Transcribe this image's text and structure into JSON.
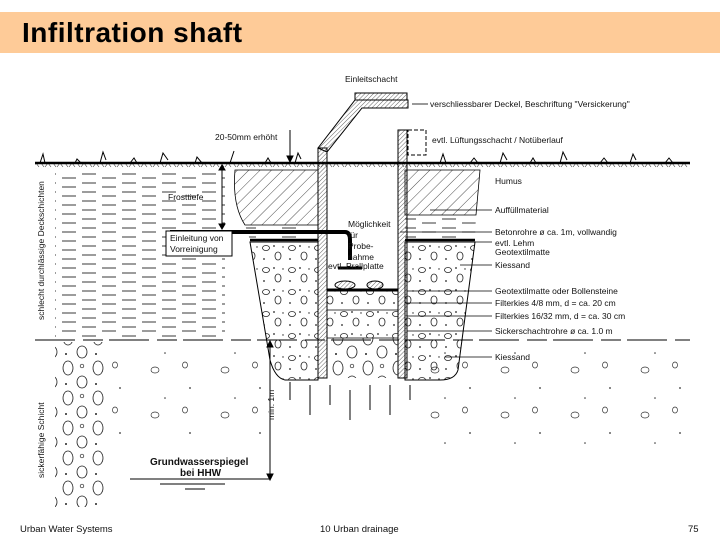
{
  "slide": {
    "title": "Infiltration shaft",
    "title_bar_color": "#fecb98"
  },
  "diagram": {
    "top_label": "Einleitschacht",
    "cover_label": "verschliessbarer Deckel, Beschriftung \"Versickerung\"",
    "raised_label": "20-50mm erhöht",
    "ventilation_label": "evtl. Lüftungsschacht / Notüberlauf",
    "frost_label": "Frosttiefe",
    "inlet_label_1": "Einleitung von",
    "inlet_label_2": "Vorreinigung",
    "sampling_label_1": "Möglichkeit",
    "sampling_label_2": "für",
    "sampling_label_3": "Probe-",
    "sampling_label_4": "nahme",
    "baffle_label": "evtl. Prallplatte",
    "left_layer_top": "schlecht durchlässige Deckschichten",
    "left_layer_bottom": "sickerfähige Schicht",
    "depth_label": "min. 1m",
    "groundwater_label_1": "Grundwasserspiegel",
    "groundwater_label_2": "bei HHW",
    "right_labels": [
      "Humus",
      "Auffüllmaterial",
      "Betonrohre ø ca. 1m, vollwandig",
      "evtl. Lehm",
      "Geotextilmatte",
      "Kiessand",
      "Geotextilmatte oder Bollensteine",
      "Filterkies 4/8 mm, d = ca. 20 cm",
      "Filterkies 16/32 mm, d = ca. 30 cm",
      "Sickerschachtrohre ø ca. 1.0 m",
      "Kiessand"
    ]
  },
  "footer": {
    "left": "Urban Water Systems",
    "center": "10  Urban drainage",
    "page": "75"
  }
}
